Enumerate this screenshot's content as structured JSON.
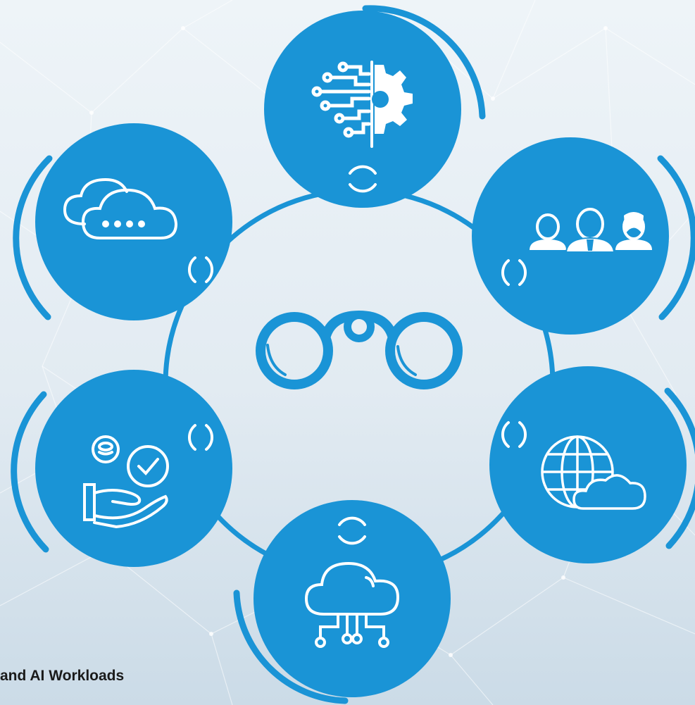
{
  "diagram": {
    "caption": "and AI Workloads",
    "accent_color": "#1a94d6",
    "center": {
      "icon": "binoculars-icon"
    },
    "nodes": [
      {
        "id": "top",
        "icon": "ai-chip-gear-icon"
      },
      {
        "id": "top-right",
        "icon": "team-people-icon"
      },
      {
        "id": "bottom-right",
        "icon": "globe-cloud-icon"
      },
      {
        "id": "bottom",
        "icon": "cloud-network-icon"
      },
      {
        "id": "bottom-left",
        "icon": "hand-coin-check-icon"
      },
      {
        "id": "top-left",
        "icon": "cloud-chat-icon"
      }
    ]
  }
}
